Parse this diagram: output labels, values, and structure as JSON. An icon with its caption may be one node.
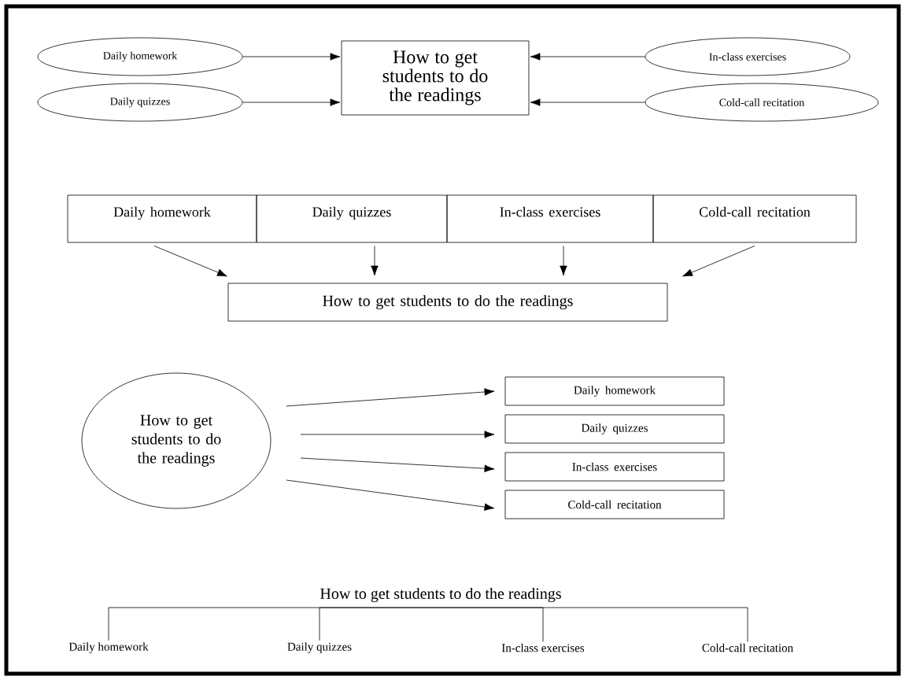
{
  "diagram": {
    "nodes": [
      {
        "text": [
          "Daily homework"
        ]
      },
      {
        "text": [
          "How to get students to do the readings"
        ]
      },
      {
        "text": [
          "In-class exercises"
        ]
      },
      {
        "text": [
          "Daily quizzes"
        ]
      },
      {
        "text": [
          "Cold-call recitation"
        ]
      },
      {
        "text": [
          "Daily homework"
        ]
      },
      {
        "text": [
          "Daily quizzes"
        ]
      },
      {
        "text": [
          "In-class exercises"
        ]
      },
      {
        "text": [
          "Cold-call recitation"
        ]
      },
      {
        "text": [
          "How to get students to do the readings"
        ]
      },
      {
        "text": [
          "How to get students to do the readings"
        ]
      },
      {
        "text": [
          "Daily homework"
        ]
      },
      {
        "text": [
          "Daily quizzes"
        ]
      },
      {
        "text": [
          "In-class exercises"
        ]
      },
      {
        "text": [
          "Cold-call recitation"
        ]
      },
      {
        "text": [
          "How to get students to do the readings"
        ]
      },
      {
        "text": [
          "Daily homework"
        ]
      },
      {
        "text": [
          "Daily quizzes"
        ]
      },
      {
        "text": [
          "In-class exercises"
        ]
      },
      {
        "text": [
          "Cold-call recitation"
        ]
      }
    ],
    "edges": [
      {
        "from": 0,
        "to": 1,
        "arrow": "to"
      },
      {
        "from": 2,
        "to": 1,
        "arrow": "to"
      },
      {
        "from": 3,
        "to": 1,
        "arrow": "to"
      },
      {
        "from": 4,
        "to": 1,
        "arrow": "to"
      },
      {
        "from": 5,
        "to": 9,
        "arrow": "to"
      },
      {
        "from": 6,
        "to": 9,
        "arrow": "to"
      },
      {
        "from": 7,
        "to": 9,
        "arrow": "to"
      },
      {
        "from": 8,
        "to": 9,
        "arrow": "to"
      },
      {
        "from": 10,
        "to": 11,
        "arrow": "to"
      },
      {
        "from": 10,
        "to": 12,
        "arrow": "to"
      },
      {
        "from": 10,
        "to": 13,
        "arrow": "to"
      },
      {
        "from": 10,
        "to": 14,
        "arrow": "to"
      },
      {
        "from": 15,
        "to": 16,
        "arrow": "none"
      },
      {
        "from": 15,
        "to": 17,
        "arrow": "none"
      },
      {
        "from": 15,
        "to": 18,
        "arrow": "none"
      },
      {
        "from": 15,
        "to": 19,
        "arrow": "none"
      }
    ]
  }
}
